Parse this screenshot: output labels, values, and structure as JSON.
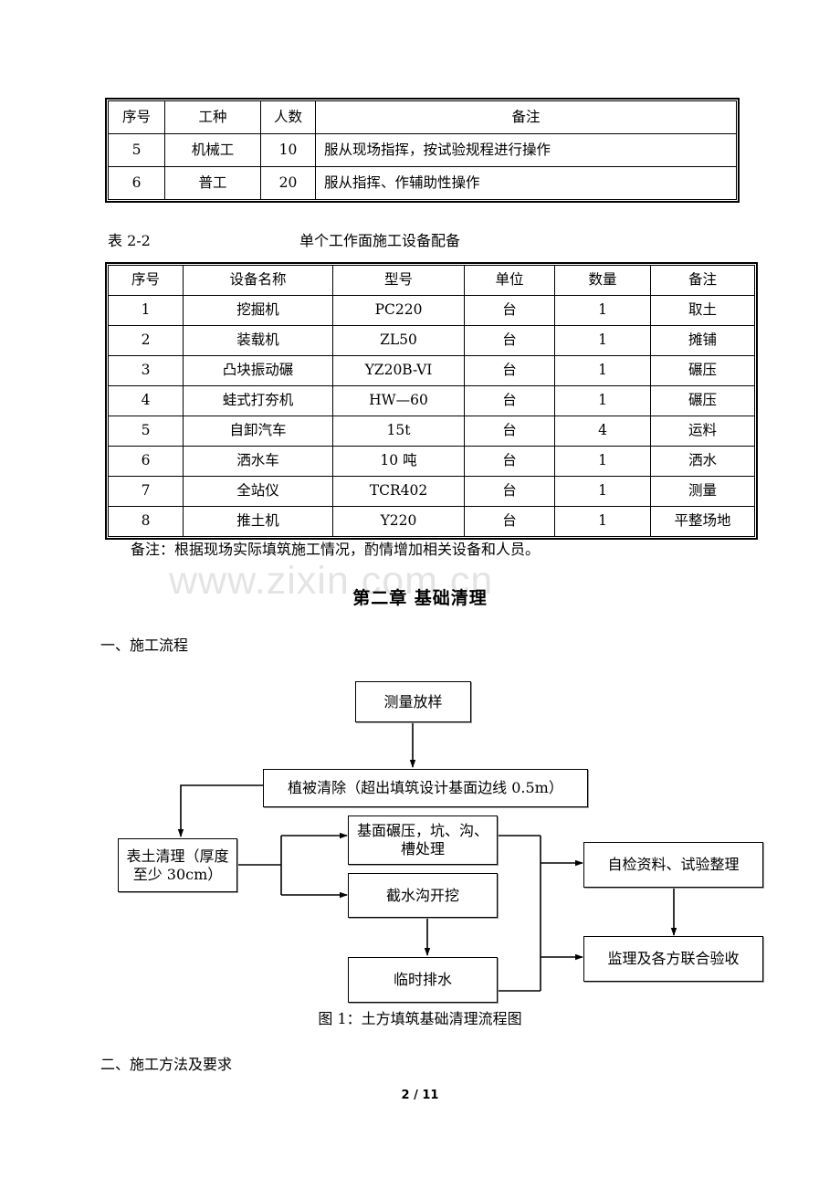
{
  "document": {
    "page_number": "2 / 11",
    "watermark": "www.zixin.com.cn",
    "chapter_heading": "第二章  基础清理",
    "section_one": "一、施工流程",
    "section_two": "二、施工方法及要求",
    "figure_caption": "图 1：土方填筑基础清理流程图",
    "table_note": "备注：根据现场实际填筑施工情况，酌情增加相关设备和人员。"
  },
  "table_workers": {
    "headers": [
      "序号",
      "工种",
      "人数",
      "备注"
    ],
    "rows": [
      [
        "5",
        "机械工",
        "10",
        "服从现场指挥，按试验规程进行操作"
      ],
      [
        "6",
        "普工",
        "20",
        "服从指挥、作辅助性操作"
      ]
    ]
  },
  "table_equipment": {
    "caption_label": "表 2-2",
    "caption_title": "单个工作面施工设备配备",
    "headers": [
      "序号",
      "设备名称",
      "型号",
      "单位",
      "数量",
      "备注"
    ],
    "rows": [
      [
        "1",
        "挖掘机",
        "PC220",
        "台",
        "1",
        "取土"
      ],
      [
        "2",
        "装载机",
        "ZL50",
        "台",
        "1",
        "摊铺"
      ],
      [
        "3",
        "凸块振动碾",
        "YZ20B-VI",
        "台",
        "1",
        "碾压"
      ],
      [
        "4",
        "蛙式打夯机",
        "HW—60",
        "台",
        "1",
        "碾压"
      ],
      [
        "5",
        "自卸汽车",
        "15t",
        "台",
        "4",
        "运料"
      ],
      [
        "6",
        "洒水车",
        "10 吨",
        "台",
        "1",
        "洒水"
      ],
      [
        "7",
        "全站仪",
        "TCR402",
        "台",
        "1",
        "测量"
      ],
      [
        "8",
        "推土机",
        "Y220",
        "台",
        "1",
        "平整场地"
      ]
    ]
  },
  "flowchart": {
    "nodes": {
      "survey_setout": "测量放样",
      "vegetation_removal": "植被清除（超出填筑设计基面边线 0.5m）",
      "topsoil_clearing": "表土清理（厚度\n至少 30cm）",
      "base_rolling": "基面碾压，坑、沟、\n槽处理",
      "ditch_excavation": "截水沟开挖",
      "temp_drainage": "临时排水",
      "self_inspection": "自检资料、试验整理",
      "joint_acceptance": "监理及各方联合验收"
    }
  }
}
